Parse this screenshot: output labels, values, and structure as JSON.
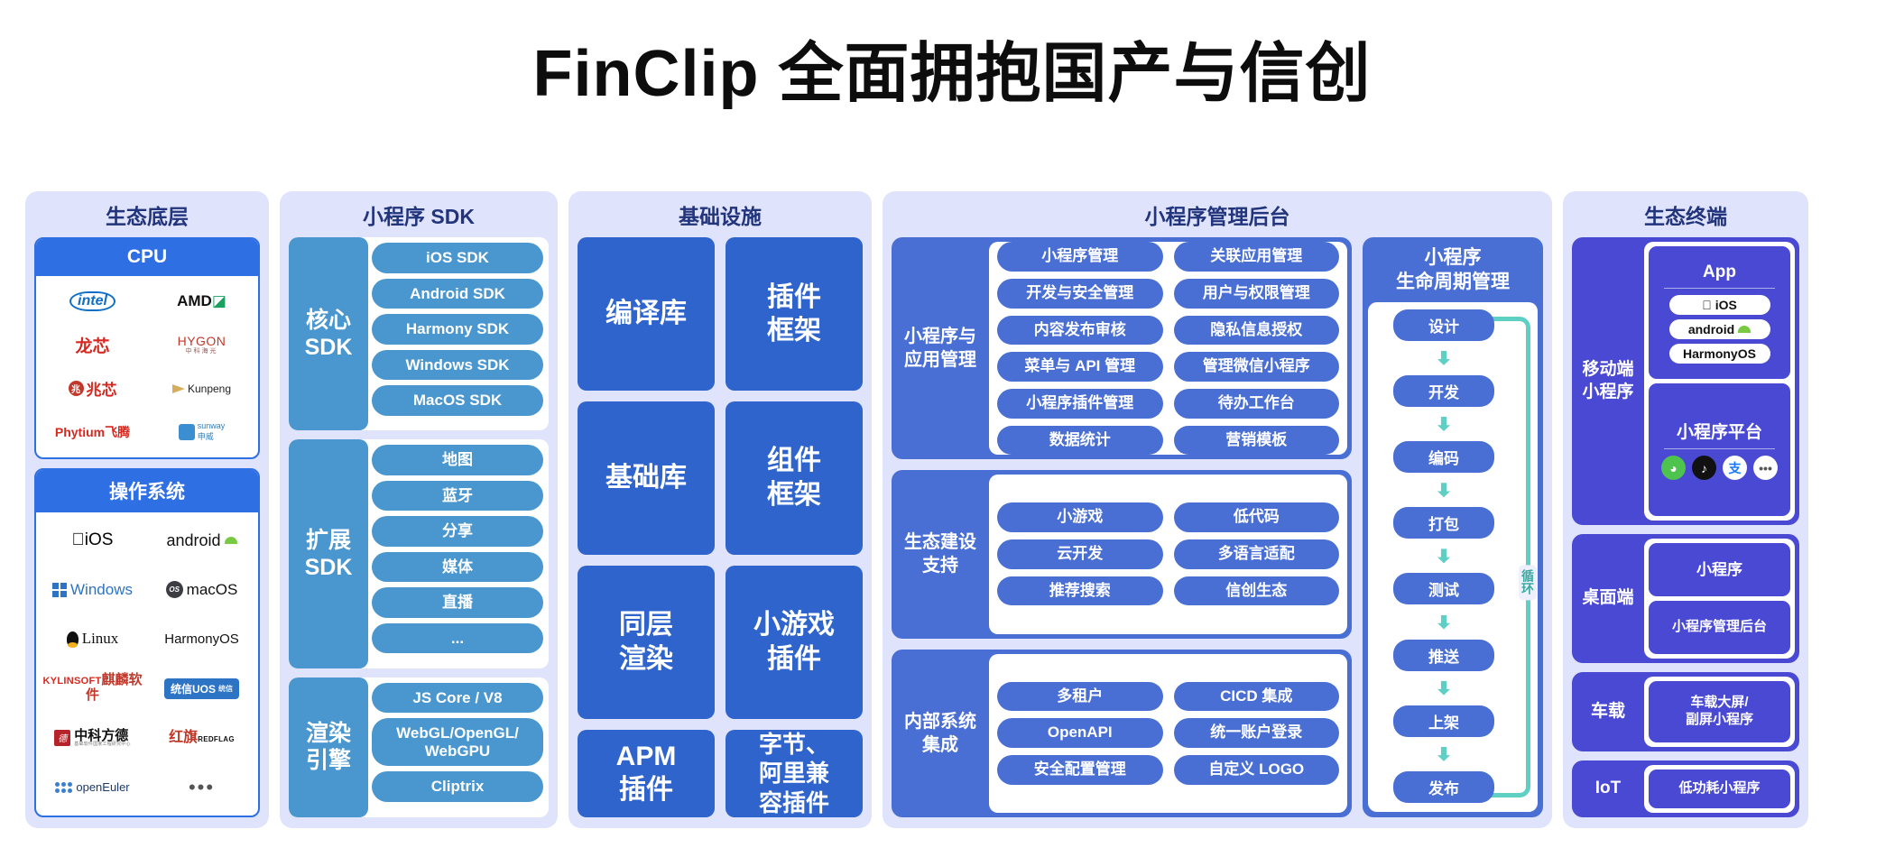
{
  "title": "FinClip 全面拥抱国产与信创",
  "colors": {
    "panel_bg": "#dfe3fb",
    "panel_title": "#22347c",
    "cpu_blue": "#2f6fe4",
    "sdk_blue": "#4a96ce",
    "infra_blue": "#2f64cc",
    "admin_indigo": "#4a6fd4",
    "terminal_violet": "#4a49d4",
    "loop_teal": "#5ecfc4"
  },
  "columns": {
    "ecosystem": {
      "title": "生态底层",
      "cards": [
        {
          "head": "CPU",
          "logos": [
            "intel",
            "AMD",
            "龙芯",
            "HYGON 中科海光",
            "兆芯",
            "Kunpeng",
            "Phytium飞腾",
            "SUNWAY申威"
          ]
        },
        {
          "head": "操作系统",
          "logos": [
            "iOS",
            "android",
            "Windows",
            "macOS",
            "Linux",
            "HarmonyOS",
            "KYLINSOFT 麒麟软件",
            "统信UOS",
            "中科方德",
            "红旗 REDFLAG",
            "openEuler",
            "…"
          ]
        }
      ]
    },
    "sdk": {
      "title": "小程序 SDK",
      "blocks": [
        {
          "label": "核心\nSDK",
          "pills": [
            "iOS SDK",
            "Android SDK",
            "Harmony SDK",
            "Windows SDK",
            "MacOS SDK"
          ]
        },
        {
          "label": "扩展\nSDK",
          "pills": [
            "地图",
            "蓝牙",
            "分享",
            "媒体",
            "直播",
            "..."
          ]
        },
        {
          "label": "渲染\n引擎",
          "pills": [
            "JS Core / V8",
            "WebGL/OpenGL/\nWebGPU",
            "Cliptrix"
          ]
        }
      ]
    },
    "infra": {
      "title": "基础设施",
      "cells": [
        "编译库",
        "插件\n框架",
        "基础库",
        "组件\n框架",
        "同层\n渲染",
        "小游戏\n插件",
        "APM\n插件",
        "字节、\n阿里兼\n容插件"
      ]
    },
    "admin": {
      "title": "小程序管理后台",
      "groups": [
        {
          "label": "小程序与\n应用管理",
          "pills": [
            "小程序管理",
            "关联应用管理",
            "开发与安全管理",
            "用户与权限管理",
            "内容发布审核",
            "隐私信息授权",
            "菜单与 API 管理",
            "管理微信小程序",
            "小程序插件管理",
            "待办工作台",
            "数据统计",
            "营销模板"
          ]
        },
        {
          "label": "生态建设\n支持",
          "pills": [
            "小游戏",
            "低代码",
            "云开发",
            "多语言适配",
            "推荐搜索",
            "信创生态"
          ]
        },
        {
          "label": "内部系统\n集成",
          "pills": [
            "多租户",
            "CICD 集成",
            "OpenAPI",
            "统一账户登录",
            "安全配置管理",
            "自定义 LOGO"
          ]
        }
      ],
      "lifecycle": {
        "title": "小程序\n生命周期管理",
        "steps": [
          "设计",
          "开发",
          "编码",
          "打包",
          "测试",
          "推送",
          "上架",
          "发布"
        ],
        "loop_label": "循环"
      }
    },
    "terminal": {
      "title": "生态终端",
      "rows": [
        {
          "label": "移动端\n小程序",
          "cards": [
            {
              "title": "App",
              "chips": [
                "iOS",
                "android",
                "HarmonyOS"
              ]
            },
            {
              "title": "小程序平台",
              "icons": [
                "wechat-icon",
                "tiktok-icon",
                "alipay-icon",
                "more-icon"
              ]
            }
          ]
        },
        {
          "label": "桌面端",
          "items": [
            "小程序",
            "小程序管理后台"
          ]
        },
        {
          "label": "车载",
          "items": [
            "车载大屏/\n副屏小程序"
          ]
        },
        {
          "label": "IoT",
          "items": [
            "低功耗小程序"
          ]
        }
      ]
    }
  }
}
